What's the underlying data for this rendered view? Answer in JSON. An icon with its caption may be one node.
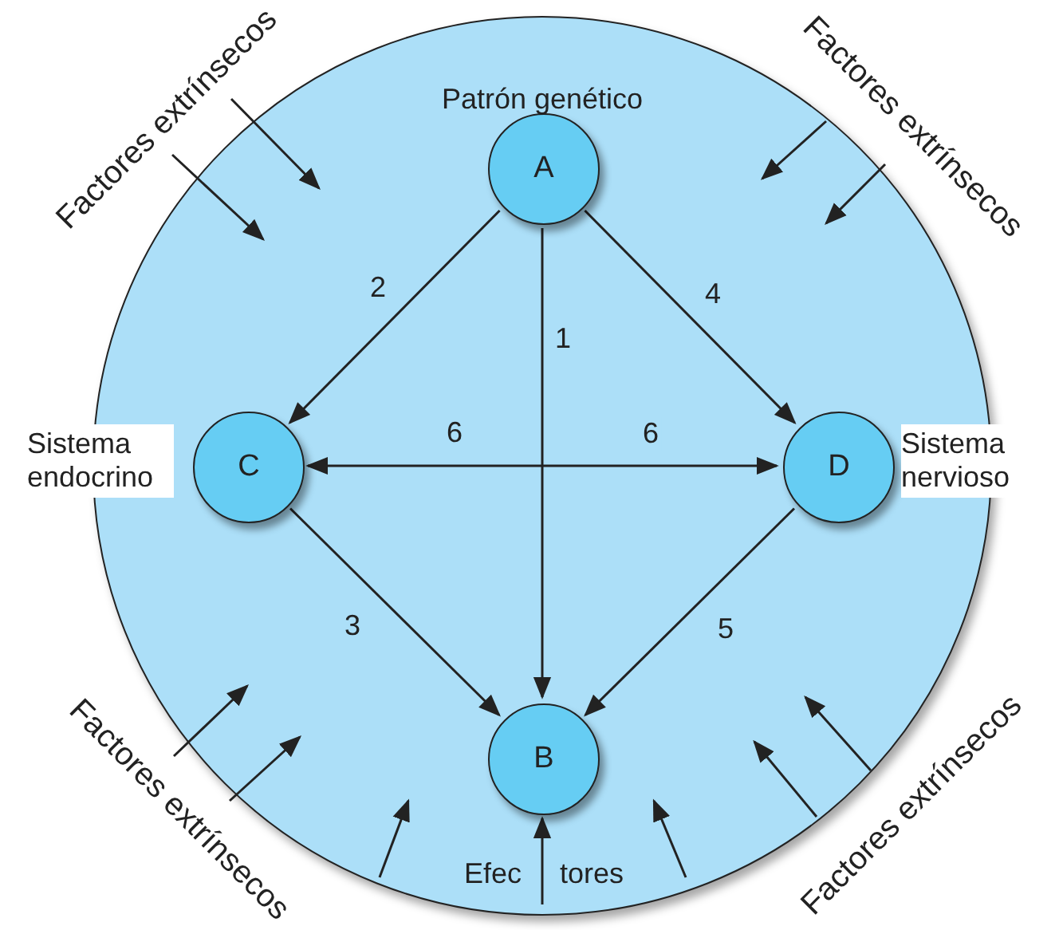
{
  "diagram": {
    "nodes": [
      {
        "text": [],
        "shape": "circle"
      },
      {
        "text": [
          "A"
        ],
        "in": 0,
        "beside": [
          "Patrón genético"
        ]
      },
      {
        "text": [
          "C"
        ],
        "in": 0,
        "beside": [
          "Sistema endocrino"
        ]
      },
      {
        "text": [
          "D"
        ],
        "in": 0,
        "beside": [
          "Sistema nervioso"
        ]
      },
      {
        "text": [
          "B"
        ],
        "in": 0
      }
    ],
    "edges": [
      {
        "from": 1,
        "to": 4,
        "arrow": "to",
        "label": "1"
      },
      {
        "from": 1,
        "to": 2,
        "arrow": "to",
        "label": "2"
      },
      {
        "from": 2,
        "to": 4,
        "arrow": "to",
        "label": "3"
      },
      {
        "from": 1,
        "to": 3,
        "arrow": "to",
        "label": "4"
      },
      {
        "from": 3,
        "to": 4,
        "arrow": "to",
        "label": "5"
      },
      {
        "from": 2,
        "to": 3,
        "arrow": "both",
        "label": "6"
      },
      {
        "from": null,
        "to": 4,
        "arrow": "to"
      }
    ],
    "labels": [
      "Factores extrínsecos",
      "Factores extrínsecos",
      "6",
      "Factores extrínsecos",
      "Factores extrínsecos",
      "Efec",
      "tores"
    ]
  }
}
